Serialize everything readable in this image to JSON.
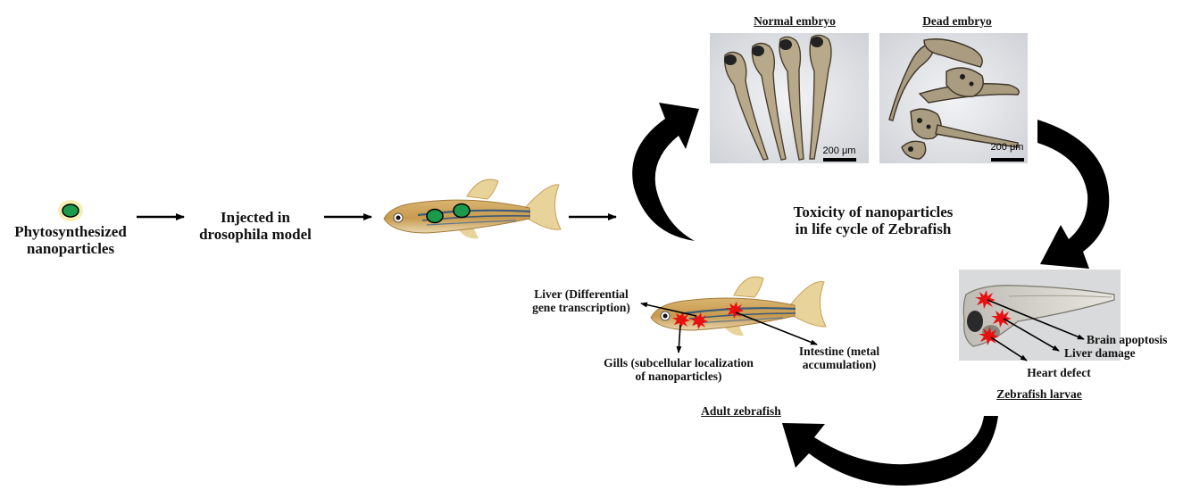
{
  "labels": {
    "nanoparticles": "Phytosynthesized\nnanoparticles",
    "injected": "Injected in\ndrosophila model",
    "center_title": "Toxicity of  nanoparticles\nin life cycle of Zebrafish",
    "normal_embryo": "Normal embryo",
    "dead_embryo": "Dead embryo",
    "scale_bar_1": "200 μm",
    "scale_bar_2": "200 μm",
    "liver_adult": "Liver (Differential\ngene transcription)",
    "gills": "Gills (subcellular localization\nof nanoparticles)",
    "intestine": "Intestine (metal\naccumulation)",
    "adult_zebrafish": "Adult zebrafish",
    "brain_apoptosis": "Brain apoptosis",
    "liver_damage": "Liver damage",
    "heart_defect": "Heart defect",
    "zebrafish_larvae": "Zebrafish larvae"
  },
  "colors": {
    "nanoparticle_fill": "#1a9a4a",
    "nanoparticle_glow": "#f3e9a0",
    "fish_body": "#c9a055",
    "fish_stripe": "#3a5a7a",
    "damage_marker": "#e81010",
    "cycle_arrow": "#000000",
    "photo_bg": "#e6e8ec"
  }
}
